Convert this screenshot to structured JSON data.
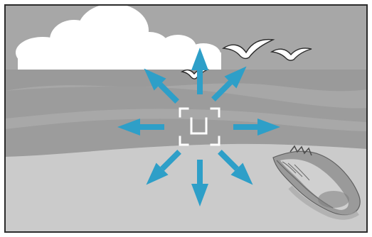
{
  "scene": {
    "elements": [
      "cloud-icon",
      "birds-icon",
      "wave-bands",
      "seashell-icon"
    ],
    "colors": {
      "frame_border": "#2b2b2b",
      "sky": "#a7a7a7",
      "sea_band_dark": "#8f8f8f",
      "sea_band_mid": "#9d9d9d",
      "sand_light": "#cdcdcd",
      "cloud_white": "#ffffff",
      "bird_white": "#ffffff",
      "shell_dark": "#777777",
      "shell_mid": "#a2a2a2",
      "shell_light": "#dcdcdc"
    }
  },
  "overlay": {
    "center_icon": "focus-frame-icon",
    "arrow_color": "#2e9fc8",
    "directions": [
      "up",
      "up-right",
      "right",
      "down-right",
      "down",
      "down-left",
      "left",
      "up-left"
    ]
  }
}
